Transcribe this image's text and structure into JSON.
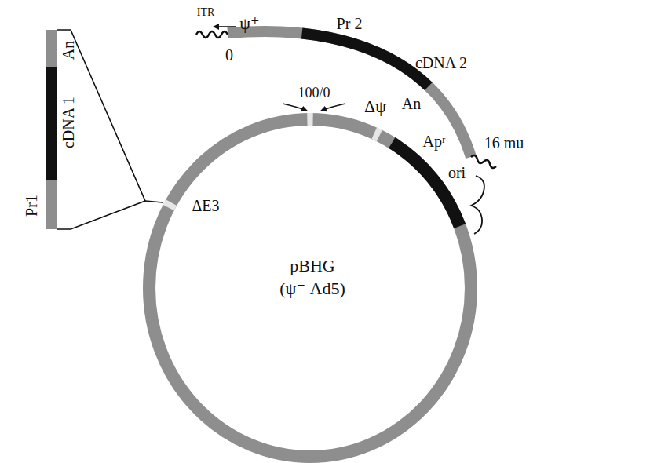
{
  "diagram": {
    "nodes": [
      {
        "text": [
          "pBHG",
          "(ψ⁻ Ad5)"
        ]
      }
    ],
    "labels": [
      "ITR",
      "ψ⁺",
      "0",
      "Pr 2",
      "cDNA 2",
      "An",
      "16 mu",
      "100/0",
      "Δψ",
      "Apʳ",
      "ori",
      "ΔE3",
      "An",
      "cDNA 1",
      "Pr1"
    ]
  }
}
